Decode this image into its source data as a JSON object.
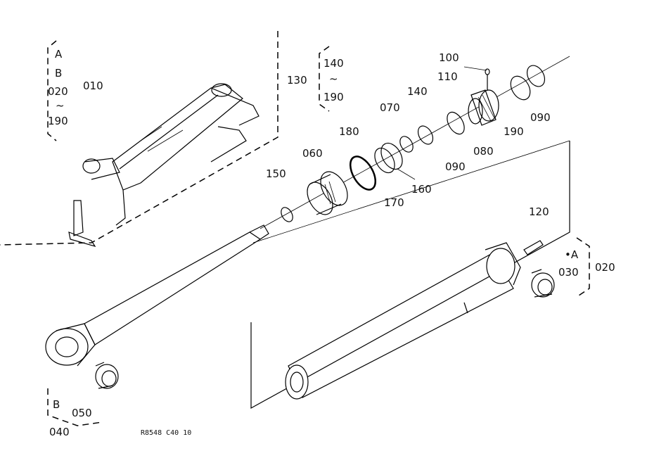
{
  "callouts": {
    "c010": "010",
    "c130": "130",
    "range_top_a": "A",
    "range_top_b": "B",
    "range_top_020": "020",
    "range_top_tilde": "~",
    "range_top_190": "190",
    "range_mid_140": "140",
    "range_mid_tilde": "~",
    "range_mid_190": "190",
    "c100": "100",
    "c110": "110",
    "c140": "140",
    "c070": "070",
    "c180": "180",
    "c090a": "090",
    "c190": "190",
    "c060": "060",
    "c080": "080",
    "c090b": "090",
    "c150": "150",
    "c160": "160",
    "c170": "170",
    "c120": "120",
    "c_a": "•A",
    "c030": "030",
    "c020": "020",
    "c_b": "B",
    "c050": "050",
    "c040": "040"
  },
  "drawing_code": "R8548 C40 10"
}
